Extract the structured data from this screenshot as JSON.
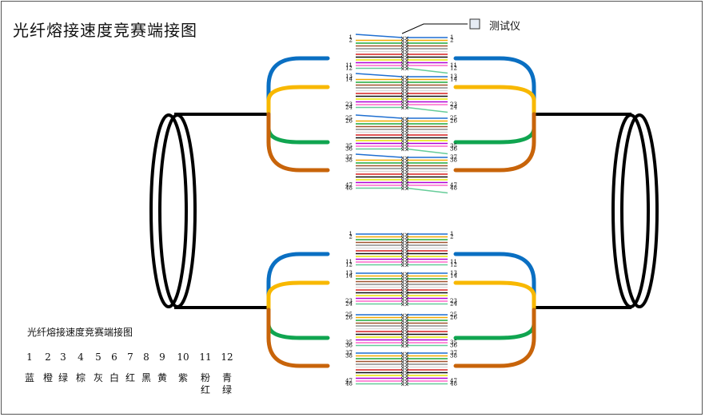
{
  "title": "光纤熔接速度竞赛端接图",
  "tester_label": "测试仪",
  "legend": {
    "title": "光纤熔接速度竞赛端接图",
    "items": [
      {
        "num": "1",
        "name": "蓝"
      },
      {
        "num": "2",
        "name": "橙"
      },
      {
        "num": "3",
        "name": "绿"
      },
      {
        "num": "4",
        "name": "棕"
      },
      {
        "num": "5",
        "name": "灰"
      },
      {
        "num": "6",
        "name": "白"
      },
      {
        "num": "7",
        "name": "红"
      },
      {
        "num": "8",
        "name": "黑"
      },
      {
        "num": "9",
        "name": "黄"
      },
      {
        "num": "10",
        "name": "紫"
      },
      {
        "num": "11",
        "name": "粉红"
      },
      {
        "num": "12",
        "name": "青绿"
      }
    ]
  },
  "fiber_colors": [
    "#1f6fd1",
    "#f5a800",
    "#1faa3a",
    "#a0522d",
    "#8c8c8c",
    "#d9d9d9",
    "#d62020",
    "#111111",
    "#e6e600",
    "#b000d6",
    "#ff66cc",
    "#66cc99"
  ],
  "tube_colors": [
    "#0a6fc2",
    "#f8b800",
    "#10a550",
    "#c8640a"
  ],
  "port_labels": {
    "group_top": [
      "1",
      "2",
      "11",
      "12"
    ],
    "group_tops": [
      [
        "1",
        "2",
        "11",
        "12"
      ],
      [
        "13",
        "14",
        "23",
        "24"
      ],
      [
        "25",
        "26",
        "35",
        "36"
      ],
      [
        "37",
        "38",
        "47",
        "48"
      ]
    ]
  }
}
